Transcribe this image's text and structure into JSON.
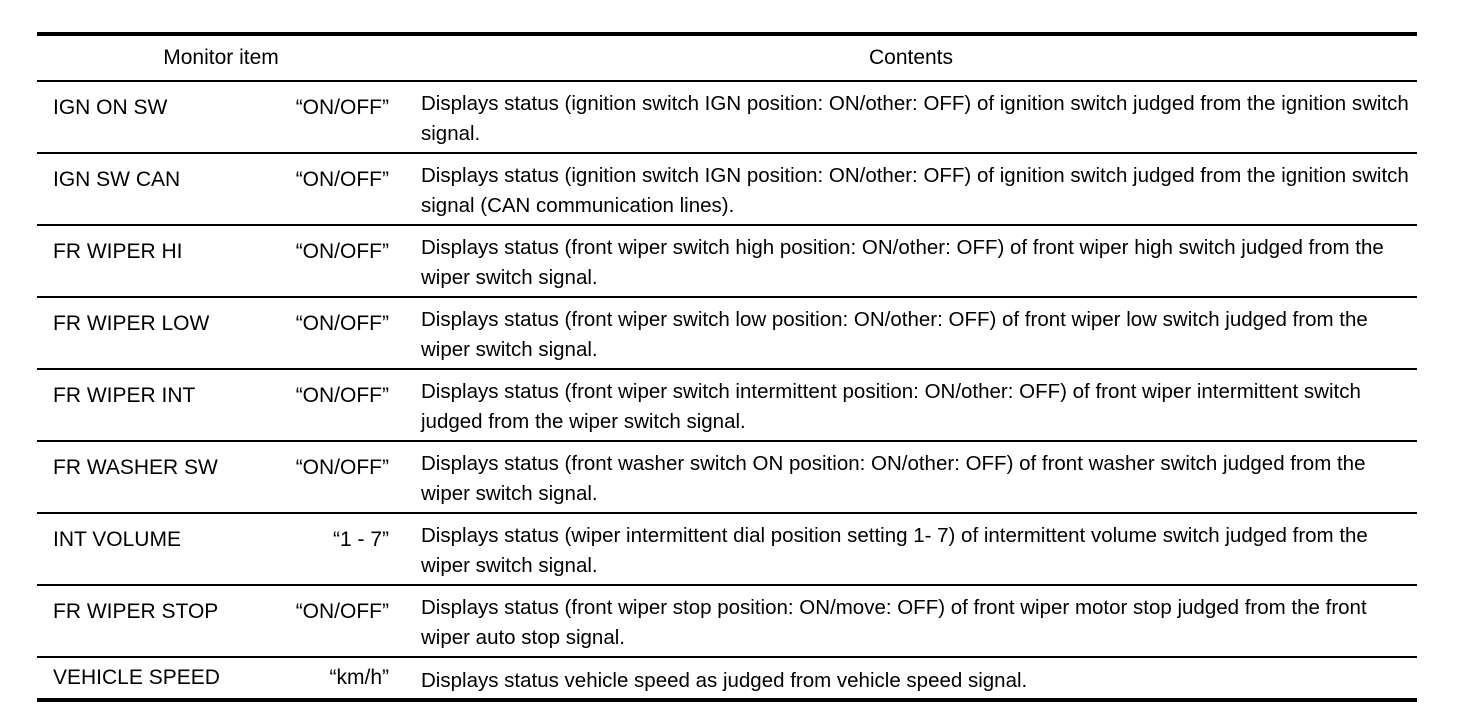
{
  "table": {
    "headers": {
      "monitor_item": "Monitor item",
      "contents": "Contents"
    },
    "rows": [
      {
        "item": "IGN ON SW",
        "value": "“ON/OFF”",
        "contents": "Displays status (ignition switch IGN position: ON/other: OFF) of ignition switch judged from the ignition switch signal."
      },
      {
        "item": "IGN SW CAN",
        "value": "“ON/OFF”",
        "contents": "Displays status (ignition switch IGN position: ON/other: OFF) of ignition switch judged from the ignition switch signal (CAN communication lines)."
      },
      {
        "item": "FR WIPER HI",
        "value": "“ON/OFF”",
        "contents": "Displays status (front wiper switch high position: ON/other: OFF) of front wiper high switch judged from the wiper switch signal."
      },
      {
        "item": "FR WIPER LOW",
        "value": "“ON/OFF”",
        "contents": "Displays status (front wiper switch low position: ON/other: OFF) of front wiper low switch judged from the wiper switch signal."
      },
      {
        "item": "FR WIPER INT",
        "value": "“ON/OFF”",
        "contents": "Displays status (front wiper switch intermittent position: ON/other: OFF) of front wiper intermittent switch judged from the wiper switch signal."
      },
      {
        "item": "FR WASHER SW",
        "value": "“ON/OFF”",
        "contents": "Displays status (front washer switch ON position: ON/other: OFF) of front washer switch judged from the wiper switch signal."
      },
      {
        "item": "INT VOLUME",
        "value": "“1 - 7”",
        "contents": "Displays status (wiper intermittent dial position setting 1- 7) of intermittent volume switch judged from the wiper switch signal."
      },
      {
        "item": "FR WIPER STOP",
        "value": "“ON/OFF”",
        "contents": "Displays status (front wiper stop position: ON/move: OFF) of front wiper motor stop judged from the front wiper auto stop signal."
      },
      {
        "item": "VEHICLE SPEED",
        "value": "“km/h”",
        "contents": "Displays status vehicle speed as judged from vehicle speed signal."
      }
    ]
  },
  "colors": {
    "rule": "#000000",
    "text": "#000000",
    "background": "#ffffff"
  }
}
